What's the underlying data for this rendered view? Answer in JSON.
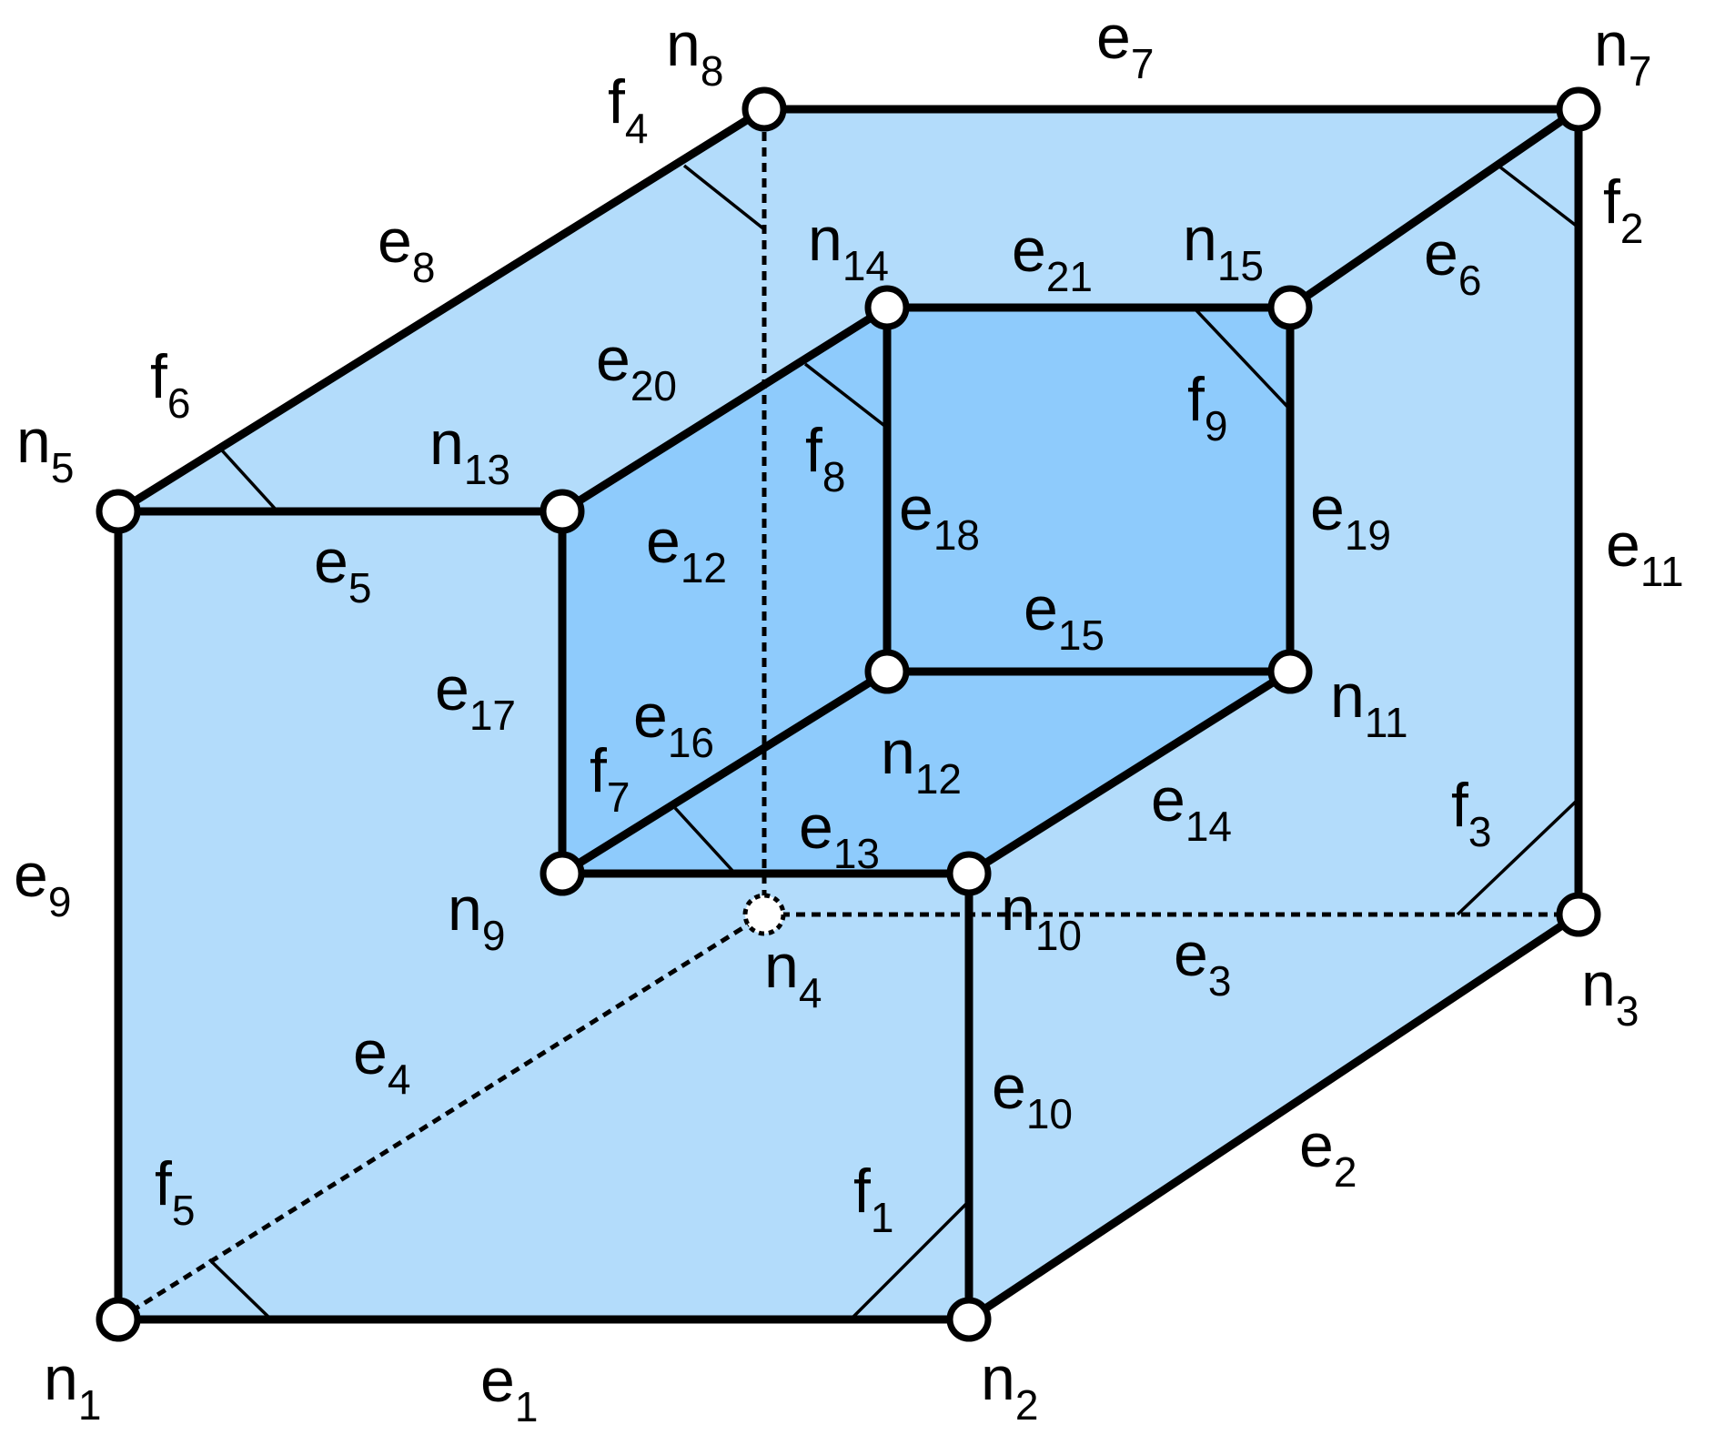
{
  "nodes": [
    {
      "id": "n1",
      "letter": "n",
      "index": "1",
      "hidden": false
    },
    {
      "id": "n2",
      "letter": "n",
      "index": "2",
      "hidden": false
    },
    {
      "id": "n3",
      "letter": "n",
      "index": "3",
      "hidden": false
    },
    {
      "id": "n4",
      "letter": "n",
      "index": "4",
      "hidden": true
    },
    {
      "id": "n5",
      "letter": "n",
      "index": "5",
      "hidden": false
    },
    {
      "id": "n7",
      "letter": "n",
      "index": "7",
      "hidden": false
    },
    {
      "id": "n8",
      "letter": "n",
      "index": "8",
      "hidden": false
    },
    {
      "id": "n9",
      "letter": "n",
      "index": "9",
      "hidden": false
    },
    {
      "id": "n10",
      "letter": "n",
      "index": "10",
      "hidden": false
    },
    {
      "id": "n11",
      "letter": "n",
      "index": "11",
      "hidden": false
    },
    {
      "id": "n12",
      "letter": "n",
      "index": "12",
      "hidden": false
    },
    {
      "id": "n13",
      "letter": "n",
      "index": "13",
      "hidden": false
    },
    {
      "id": "n14",
      "letter": "n",
      "index": "14",
      "hidden": false
    },
    {
      "id": "n15",
      "letter": "n",
      "index": "15",
      "hidden": false
    }
  ],
  "edges": [
    {
      "id": "e1",
      "letter": "e",
      "index": "1",
      "from": "n1",
      "to": "n2",
      "hidden": false
    },
    {
      "id": "e2",
      "letter": "e",
      "index": "2",
      "from": "n2",
      "to": "n3",
      "hidden": false
    },
    {
      "id": "e3",
      "letter": "e",
      "index": "3",
      "from": "n3",
      "to": "n4",
      "hidden": true
    },
    {
      "id": "e4",
      "letter": "e",
      "index": "4",
      "from": "n1",
      "to": "n4",
      "hidden": true
    },
    {
      "id": "e5",
      "letter": "e",
      "index": "5",
      "from": "n5",
      "to": "n13",
      "hidden": false
    },
    {
      "id": "e6",
      "letter": "e",
      "index": "6",
      "from": "n15",
      "to": "n7",
      "hidden": false
    },
    {
      "id": "e7",
      "letter": "e",
      "index": "7",
      "from": "n8",
      "to": "n7",
      "hidden": false
    },
    {
      "id": "e8",
      "letter": "e",
      "index": "8",
      "from": "n5",
      "to": "n8",
      "hidden": false
    },
    {
      "id": "e9",
      "letter": "e",
      "index": "9",
      "from": "n1",
      "to": "n5",
      "hidden": false
    },
    {
      "id": "e10",
      "letter": "e",
      "index": "10",
      "from": "n10",
      "to": "n2",
      "hidden": false
    },
    {
      "id": "e11",
      "letter": "e",
      "index": "11",
      "from": "n7",
      "to": "n3",
      "hidden": false
    },
    {
      "id": "e12",
      "letter": "e",
      "index": "12",
      "from": "n13",
      "to": "n14",
      "hidden": false
    },
    {
      "id": "e13",
      "letter": "e",
      "index": "13",
      "from": "n9",
      "to": "n10",
      "hidden": false
    },
    {
      "id": "e14",
      "letter": "e",
      "index": "14",
      "from": "n10",
      "to": "n11",
      "hidden": false
    },
    {
      "id": "e15",
      "letter": "e",
      "index": "15",
      "from": "n12",
      "to": "n11",
      "hidden": false
    },
    {
      "id": "e16",
      "letter": "e",
      "index": "16",
      "from": "n9",
      "to": "n12",
      "hidden": false
    },
    {
      "id": "e17",
      "letter": "e",
      "index": "17",
      "from": "n13",
      "to": "n9",
      "hidden": false
    },
    {
      "id": "e18",
      "letter": "e",
      "index": "18",
      "from": "n14",
      "to": "n12",
      "hidden": false
    },
    {
      "id": "e19",
      "letter": "e",
      "index": "19",
      "from": "n15",
      "to": "n11",
      "hidden": false
    },
    {
      "id": "e20",
      "letter": "e",
      "index": "20",
      "from": "n13",
      "to": "n14",
      "hidden": false
    },
    {
      "id": "e21",
      "letter": "e",
      "index": "21",
      "from": "n14",
      "to": "n15",
      "hidden": false
    },
    {
      "id": "e8b",
      "letter": "",
      "index": "",
      "from": "n4",
      "to": "n8",
      "hidden": true
    }
  ],
  "faces": [
    {
      "id": "f1",
      "letter": "f",
      "index": "1"
    },
    {
      "id": "f2",
      "letter": "f",
      "index": "2"
    },
    {
      "id": "f3",
      "letter": "f",
      "index": "3"
    },
    {
      "id": "f4",
      "letter": "f",
      "index": "4"
    },
    {
      "id": "f5",
      "letter": "f",
      "index": "5"
    },
    {
      "id": "f6",
      "letter": "f",
      "index": "6"
    },
    {
      "id": "f7",
      "letter": "f",
      "index": "7"
    },
    {
      "id": "f8",
      "letter": "f",
      "index": "8"
    },
    {
      "id": "f9",
      "letter": "f",
      "index": "9"
    }
  ],
  "colors": {
    "outer_face": "#b3dcfb",
    "inner_face": "#8ecbfc",
    "stroke": "#000000",
    "node_fill": "#ffffff"
  }
}
